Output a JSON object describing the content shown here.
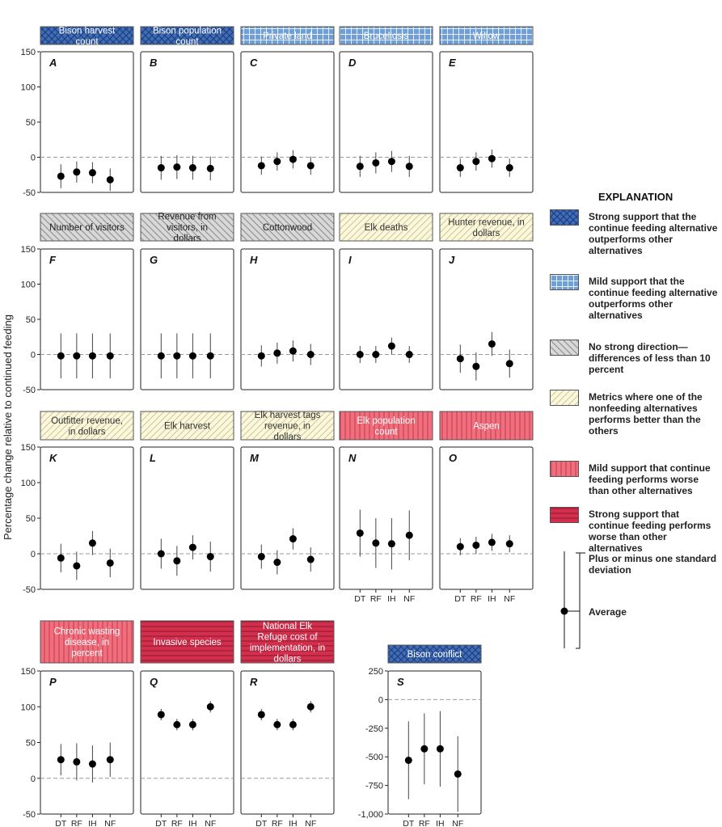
{
  "y_axis_label": "Percentage change relative to continued feeding",
  "explanation": {
    "title": "EXPLANATION",
    "items": [
      {
        "key": "strong_blue",
        "text": "Strong support that the continue feeding alternative outperforms other alternatives"
      },
      {
        "key": "mild_blue",
        "text": "Mild support that the continue feeding alternative outperforms other alternatives"
      },
      {
        "key": "neutral",
        "text": "No strong direction—differences of less than 10 percent"
      },
      {
        "key": "nonfeeding",
        "text": "Metrics where one of the nonfeeding alternatives performs better than the others"
      },
      {
        "key": "mild_red",
        "text": "Mild support that continue feeding performs worse than other alternatives"
      },
      {
        "key": "strong_red",
        "text": "Strong support that continue feeding performs worse than other alternatives"
      }
    ],
    "errorbar_legend": {
      "sd_label": "Plus or minus one standard deviation",
      "avg_label": "Average"
    }
  },
  "categories": [
    "DT",
    "RF",
    "IH",
    "NF"
  ],
  "chart_data": [
    {
      "type": "scatter",
      "letter": "A",
      "title": "Bison harvest count",
      "style": "strong_blue",
      "ylim": [
        -50,
        150
      ],
      "yticks": [
        150,
        100,
        50,
        0,
        -50
      ],
      "means": [
        -27,
        -21,
        -22,
        -32
      ],
      "sd": [
        17,
        15,
        15,
        16
      ]
    },
    {
      "type": "scatter",
      "letter": "B",
      "title": "Bison population count",
      "style": "strong_blue",
      "ylim": [
        -50,
        150
      ],
      "means": [
        -15,
        -14,
        -15,
        -16
      ],
      "sd": [
        17,
        17,
        17,
        17
      ]
    },
    {
      "type": "scatter",
      "letter": "C",
      "title": "Private land",
      "style": "mild_blue",
      "ylim": [
        -50,
        150
      ],
      "means": [
        -12,
        -6,
        -3,
        -12
      ],
      "sd": [
        13,
        13,
        13,
        13
      ]
    },
    {
      "type": "scatter",
      "letter": "D",
      "title": "Brucellosis",
      "style": "mild_blue",
      "ylim": [
        -50,
        150
      ],
      "means": [
        -13,
        -8,
        -6,
        -13
      ],
      "sd": [
        15,
        15,
        15,
        15
      ]
    },
    {
      "type": "scatter",
      "letter": "E",
      "title": "Willow",
      "style": "mild_blue",
      "ylim": [
        -50,
        150
      ],
      "means": [
        -15,
        -6,
        -2,
        -15
      ],
      "sd": [
        13,
        13,
        13,
        13
      ]
    },
    {
      "type": "scatter",
      "letter": "F",
      "title": "Number of visitors",
      "style": "neutral",
      "ylim": [
        -50,
        150
      ],
      "yticks": [
        150,
        100,
        50,
        0,
        -50
      ],
      "means": [
        -2,
        -2,
        -2,
        -2
      ],
      "sd": [
        32,
        32,
        32,
        32
      ]
    },
    {
      "type": "scatter",
      "letter": "G",
      "title": "Revenue from visitors, in dollars",
      "style": "neutral",
      "ylim": [
        -50,
        150
      ],
      "means": [
        -2,
        -2,
        -2,
        -2
      ],
      "sd": [
        32,
        32,
        32,
        32
      ]
    },
    {
      "type": "scatter",
      "letter": "H",
      "title": "Cottonwood",
      "style": "neutral",
      "ylim": [
        -50,
        150
      ],
      "means": [
        -2,
        2,
        5,
        0
      ],
      "sd": [
        15,
        15,
        15,
        15
      ]
    },
    {
      "type": "scatter",
      "letter": "I",
      "title": "Elk deaths",
      "style": "nonfeeding",
      "ylim": [
        -50,
        150
      ],
      "means": [
        0,
        0,
        12,
        0
      ],
      "sd": [
        12,
        12,
        12,
        12
      ]
    },
    {
      "type": "scatter",
      "letter": "J",
      "title": "Hunter revenue, in dollars",
      "style": "nonfeeding",
      "ylim": [
        -50,
        150
      ],
      "means": [
        -6,
        -17,
        15,
        -13
      ],
      "sd": [
        20,
        20,
        17,
        20
      ]
    },
    {
      "type": "scatter",
      "letter": "K",
      "title": "Outfitter revenue, in dollars",
      "style": "nonfeeding",
      "ylim": [
        -50,
        150
      ],
      "yticks": [
        150,
        100,
        50,
        0,
        -50
      ],
      "means": [
        -6,
        -17,
        15,
        -13
      ],
      "sd": [
        20,
        20,
        17,
        20
      ]
    },
    {
      "type": "scatter",
      "letter": "L",
      "title": "Elk harvest",
      "style": "nonfeeding",
      "ylim": [
        -50,
        150
      ],
      "means": [
        0,
        -10,
        9,
        -4
      ],
      "sd": [
        21,
        21,
        17,
        21
      ]
    },
    {
      "type": "scatter",
      "letter": "M",
      "title": "Elk harvest tags revenue, in dollars",
      "style": "nonfeeding",
      "ylim": [
        -50,
        150
      ],
      "means": [
        -4,
        -12,
        21,
        -8
      ],
      "sd": [
        17,
        17,
        15,
        17
      ]
    },
    {
      "type": "scatter",
      "letter": "N",
      "title": "Elk population count",
      "style": "mild_red",
      "ylim": [
        -50,
        150
      ],
      "means": [
        29,
        15,
        14,
        26
      ],
      "sd": [
        33,
        35,
        36,
        35
      ]
    },
    {
      "type": "scatter",
      "letter": "O",
      "title": "Aspen",
      "style": "mild_red",
      "ylim": [
        -50,
        150
      ],
      "means": [
        10,
        12,
        16,
        14
      ],
      "sd": [
        12,
        12,
        12,
        12
      ]
    },
    {
      "type": "scatter",
      "letter": "P",
      "title": "Chronic wasting disease, in percent",
      "style": "mild_red",
      "ylim": [
        -50,
        150
      ],
      "yticks": [
        150,
        100,
        50,
        0,
        -50
      ],
      "means": [
        26,
        23,
        20,
        26
      ],
      "sd": [
        22,
        26,
        26,
        24
      ]
    },
    {
      "type": "scatter",
      "letter": "Q",
      "title": "Invasive species",
      "style": "strong_red",
      "ylim": [
        -50,
        150
      ],
      "means": [
        89,
        75,
        75,
        100
      ],
      "sd": [
        8,
        8,
        8,
        8
      ]
    },
    {
      "type": "scatter",
      "letter": "R",
      "title": "National Elk Refuge cost of implementation, in dollars",
      "style": "strong_red",
      "ylim": [
        -50,
        150
      ],
      "means": [
        89,
        75,
        75,
        100
      ],
      "sd": [
        8,
        8,
        8,
        8
      ]
    },
    {
      "type": "scatter",
      "letter": "S",
      "title": "Bison conflict",
      "style": "strong_blue",
      "ylim": [
        -1000,
        250
      ],
      "yticks": [
        250,
        0,
        -250,
        -500,
        -750,
        "-1,000"
      ],
      "means": [
        -530,
        -430,
        -430,
        -650
      ],
      "sd": [
        340,
        310,
        330,
        330
      ]
    }
  ]
}
